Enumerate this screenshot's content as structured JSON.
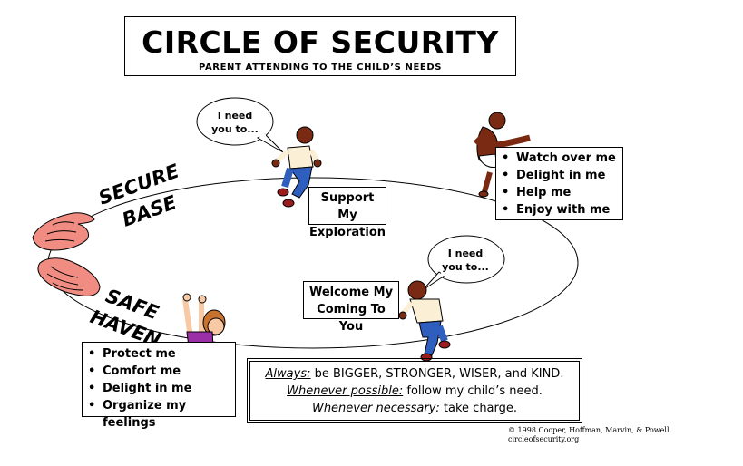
{
  "title": "CIRCLE OF SECURITY",
  "subtitle": "PARENT ATTENDING TO THE CHILD’S NEEDS",
  "arc_labels": {
    "secure": "SECURE",
    "base": "BASE",
    "safe": "SAFE",
    "haven": "HAVEN"
  },
  "bubbles": {
    "top": {
      "line1": "I need",
      "line2": "you to..."
    },
    "right": {
      "line1": "I need",
      "line2": "you to..."
    }
  },
  "labels": {
    "support_line1": "Support My",
    "support_line2": "Exploration",
    "welcome_line1": "Welcome My",
    "welcome_line2": "Coming To You"
  },
  "top_needs": [
    "Watch over me",
    "Delight in me",
    "Help me",
    "Enjoy with me"
  ],
  "bottom_needs": [
    "Protect me",
    "Comfort me",
    "Delight in me",
    "Organize my feelings"
  ],
  "guidance": {
    "always_label": "Always:",
    "always_text": " be BIGGER, STRONGER, WISER, and KIND.",
    "possible_label": "Whenever possible:",
    "possible_text": " follow my child’s need.",
    "necessary_label": "Whenever necessary:",
    "necessary_text": " take charge."
  },
  "copyright": {
    "line1": "© 1998 Cooper, Hoffman, Marvin, & Powell",
    "line2": "circleofsecurity.org"
  },
  "colors": {
    "hands": "#f08c82",
    "skin": "#7a2a12",
    "shirt": "#fbefd6",
    "jeans": "#2e5fbf",
    "shoes": "#9b1c1c",
    "toddler_shirt": "#9b2fa8",
    "toddler_skin": "#f7c9a4"
  }
}
